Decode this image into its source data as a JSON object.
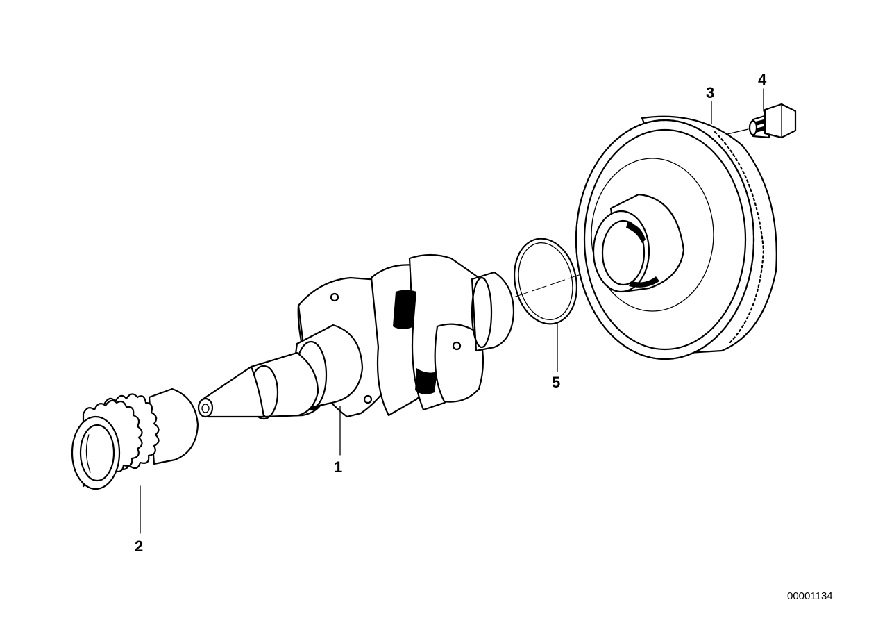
{
  "diagram": {
    "callouts": [
      {
        "number": "1",
        "part": "crankshaft"
      },
      {
        "number": "2",
        "part": "chain-sprocket"
      },
      {
        "number": "3",
        "part": "flywheel"
      },
      {
        "number": "4",
        "part": "hex-bolt"
      },
      {
        "number": "5",
        "part": "seal-ring"
      }
    ],
    "reference_code": "00001134"
  }
}
